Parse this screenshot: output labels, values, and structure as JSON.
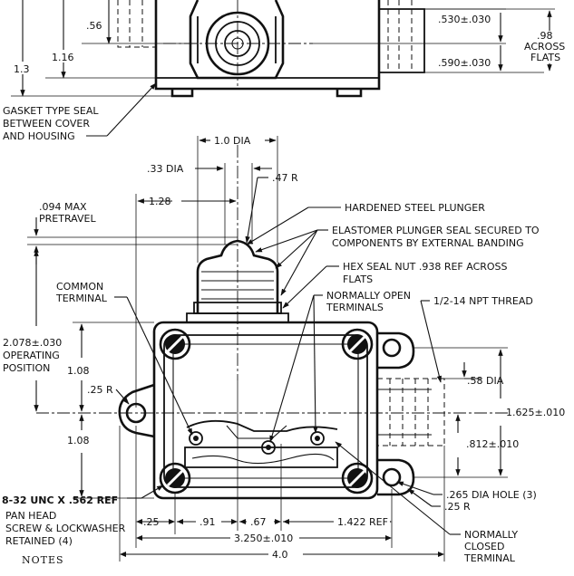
{
  "top_view": {
    "dim_056": ".56",
    "dim_116": "1.16",
    "dim_13": "1.3",
    "dim_530": ".530±.030",
    "dim_590": ".590±.030",
    "dim_098": ".98",
    "across_label": "ACROSS",
    "flats_label": "FLATS",
    "gasket_line1": "GASKET TYPE SEAL",
    "gasket_line2": "BETWEEN COVER",
    "gasket_line3": "AND HOUSING"
  },
  "front_view": {
    "dia_10": "1.0 DIA",
    "dia_033": ".33 DIA",
    "r_047": ".47 R",
    "dim_128": "1.28",
    "pretravel_line1": ".094 MAX",
    "pretravel_line2": "PRETRAVEL",
    "plunger": "HARDENED STEEL PLUNGER",
    "seal_line1": "ELASTOMER PLUNGER SEAL SECURED TO",
    "seal_line2": "COMPONENTS BY EXTERNAL BANDING",
    "hex_line1": "HEX SEAL NUT .938 REF ACROSS",
    "hex_line2": "FLATS",
    "common_line1": "COMMON",
    "common_line2": "TERMINAL",
    "no_line1": "NORMALLY OPEN",
    "no_line2": "TERMINALS",
    "npt": "1/2-14 NPT THREAD",
    "op_line1": "2.078±.030",
    "op_line2": "OPERATING",
    "op_line3": "POSITION",
    "dim_108_top": "1.08",
    "dim_108_bot": "1.08",
    "r_025_left": ".25 R",
    "dia_058": ".58 DIA",
    "dim_1625": "1.625±.010",
    "dim_812": ".812±.010",
    "screw_line1": "8-32 UNC X .562 REF",
    "screw_line2": "PAN HEAD",
    "screw_line3": "SCREW & LOCKWASHER",
    "screw_line4": "RETAINED (4)",
    "hole_265": ".265 DIA HOLE (3)",
    "r_025_right": ".25 R",
    "dim_25": ".25",
    "dim_91": ".91",
    "dim_67": ".67",
    "dim_1422": "1.422 REF",
    "dim_3250": "3.250±.010",
    "dim_40": "4.0",
    "nc_line1": "NORMALLY",
    "nc_line2": "CLOSED",
    "nc_line3": "TERMINAL",
    "notes": "NOTES"
  }
}
